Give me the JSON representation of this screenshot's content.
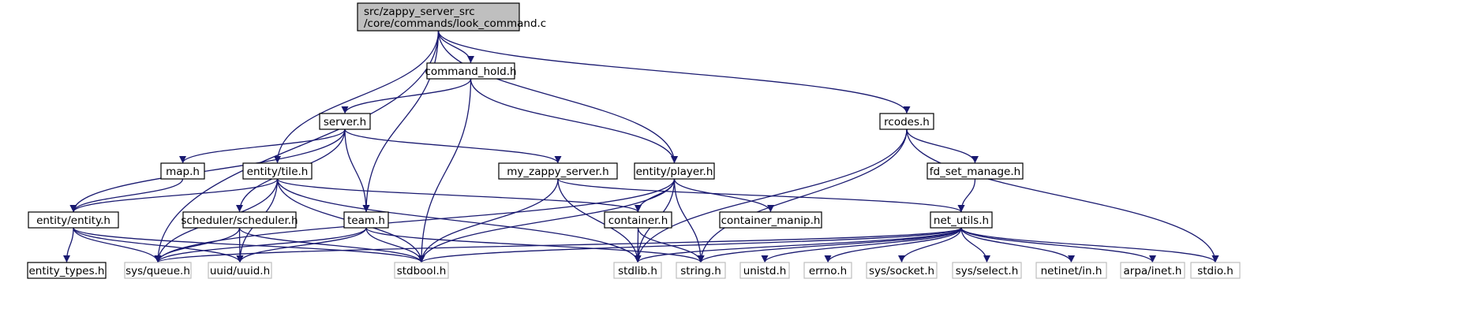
{
  "colors": {
    "edge": "#191970",
    "root_fill": "#bfbfbf",
    "root_stroke": "#000000",
    "local_fill": "#ffffff",
    "local_stroke": "#000000",
    "system_fill": "#ffffff",
    "system_stroke": "#bfbfbf"
  },
  "nodes": {
    "root": {
      "lines": [
        "src/zappy_server_src",
        "/core/commands/look_command.c"
      ],
      "kind": "root"
    },
    "command_hold": {
      "lines": [
        "command_hold.h"
      ],
      "kind": "local"
    },
    "rcodes": {
      "lines": [
        "rcodes.h"
      ],
      "kind": "local"
    },
    "server": {
      "lines": [
        "server.h"
      ],
      "kind": "local"
    },
    "map": {
      "lines": [
        "map.h"
      ],
      "kind": "local"
    },
    "tile": {
      "lines": [
        "entity/tile.h"
      ],
      "kind": "local"
    },
    "my_zappy": {
      "lines": [
        "my_zappy_server.h"
      ],
      "kind": "local"
    },
    "player": {
      "lines": [
        "entity/player.h"
      ],
      "kind": "local"
    },
    "fd_set": {
      "lines": [
        "fd_set_manage.h"
      ],
      "kind": "local"
    },
    "entity": {
      "lines": [
        "entity/entity.h"
      ],
      "kind": "local"
    },
    "scheduler": {
      "lines": [
        "scheduler/scheduler.h"
      ],
      "kind": "local"
    },
    "team": {
      "lines": [
        "team.h"
      ],
      "kind": "local"
    },
    "container": {
      "lines": [
        "container.h"
      ],
      "kind": "local"
    },
    "cmanip": {
      "lines": [
        "container_manip.h"
      ],
      "kind": "local"
    },
    "net_utils": {
      "lines": [
        "net_utils.h"
      ],
      "kind": "local"
    },
    "entity_types": {
      "lines": [
        "entity_types.h"
      ],
      "kind": "local"
    },
    "sys_queue": {
      "lines": [
        "sys/queue.h"
      ],
      "kind": "system"
    },
    "uuid": {
      "lines": [
        "uuid/uuid.h"
      ],
      "kind": "system"
    },
    "stdbool": {
      "lines": [
        "stdbool.h"
      ],
      "kind": "system"
    },
    "stdlib": {
      "lines": [
        "stdlib.h"
      ],
      "kind": "system"
    },
    "string": {
      "lines": [
        "string.h"
      ],
      "kind": "system"
    },
    "unistd": {
      "lines": [
        "unistd.h"
      ],
      "kind": "system"
    },
    "errno": {
      "lines": [
        "errno.h"
      ],
      "kind": "system"
    },
    "sys_socket": {
      "lines": [
        "sys/socket.h"
      ],
      "kind": "system"
    },
    "sys_select": {
      "lines": [
        "sys/select.h"
      ],
      "kind": "system"
    },
    "netinet": {
      "lines": [
        "netinet/in.h"
      ],
      "kind": "system"
    },
    "arpa": {
      "lines": [
        "arpa/inet.h"
      ],
      "kind": "system"
    },
    "stdio": {
      "lines": [
        "stdio.h"
      ],
      "kind": "system"
    }
  },
  "edges": [
    [
      "root",
      "sys_queue"
    ],
    [
      "root",
      "tile"
    ],
    [
      "root",
      "team"
    ],
    [
      "root",
      "command_hold"
    ],
    [
      "root",
      "player"
    ],
    [
      "root",
      "rcodes"
    ],
    [
      "command_hold",
      "server"
    ],
    [
      "command_hold",
      "stdbool"
    ],
    [
      "command_hold",
      "player"
    ],
    [
      "rcodes",
      "fd_set"
    ],
    [
      "rcodes",
      "stdio"
    ],
    [
      "rcodes",
      "stdlib"
    ],
    [
      "rcodes",
      "string"
    ],
    [
      "server",
      "map"
    ],
    [
      "server",
      "entity"
    ],
    [
      "server",
      "scheduler"
    ],
    [
      "server",
      "team"
    ],
    [
      "server",
      "my_zappy"
    ],
    [
      "map",
      "entity"
    ],
    [
      "tile",
      "entity"
    ],
    [
      "tile",
      "sys_queue"
    ],
    [
      "tile",
      "uuid"
    ],
    [
      "tile",
      "stdbool"
    ],
    [
      "tile",
      "stdlib"
    ],
    [
      "tile",
      "container"
    ],
    [
      "my_zappy",
      "net_utils"
    ],
    [
      "my_zappy",
      "stdbool"
    ],
    [
      "my_zappy",
      "stdlib"
    ],
    [
      "player",
      "container"
    ],
    [
      "player",
      "cmanip"
    ],
    [
      "player",
      "sys_queue"
    ],
    [
      "player",
      "stdbool"
    ],
    [
      "player",
      "stdlib"
    ],
    [
      "player",
      "string"
    ],
    [
      "fd_set",
      "net_utils"
    ],
    [
      "entity",
      "entity_types"
    ],
    [
      "entity",
      "sys_queue"
    ],
    [
      "entity",
      "uuid"
    ],
    [
      "entity",
      "stdbool"
    ],
    [
      "scheduler",
      "sys_queue"
    ],
    [
      "scheduler",
      "uuid"
    ],
    [
      "scheduler",
      "stdbool"
    ],
    [
      "team",
      "sys_queue"
    ],
    [
      "team",
      "uuid"
    ],
    [
      "team",
      "stdbool"
    ],
    [
      "team",
      "string"
    ],
    [
      "container",
      "stdlib"
    ],
    [
      "container",
      "string"
    ],
    [
      "net_utils",
      "sys_queue"
    ],
    [
      "net_utils",
      "stdbool"
    ],
    [
      "net_utils",
      "stdlib"
    ],
    [
      "net_utils",
      "string"
    ],
    [
      "net_utils",
      "unistd"
    ],
    [
      "net_utils",
      "errno"
    ],
    [
      "net_utils",
      "sys_socket"
    ],
    [
      "net_utils",
      "sys_select"
    ],
    [
      "net_utils",
      "netinet"
    ],
    [
      "net_utils",
      "arpa"
    ],
    [
      "net_utils",
      "stdio"
    ]
  ]
}
